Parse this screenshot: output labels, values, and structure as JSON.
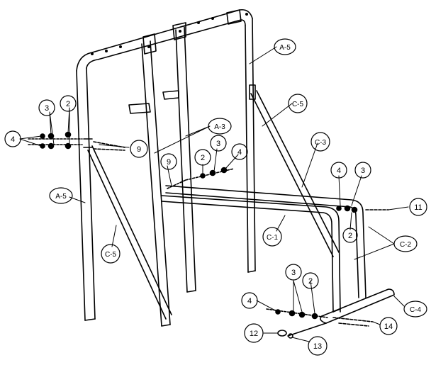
{
  "diagram": {
    "stroke_color": "#000000",
    "background": "#ffffff",
    "callouts": [
      {
        "id": "c-4-left",
        "label": "4"
      },
      {
        "id": "c-3-left",
        "label": "3"
      },
      {
        "id": "c-2-left",
        "label": "2"
      },
      {
        "id": "c-9-left",
        "label": "9"
      },
      {
        "id": "c-a5-left",
        "label": "A-5"
      },
      {
        "id": "c-c5-left",
        "label": "C-5"
      },
      {
        "id": "c-a5-right",
        "label": "A-5"
      },
      {
        "id": "c-c5-right",
        "label": "C-5"
      },
      {
        "id": "c-a3",
        "label": "A-3"
      },
      {
        "id": "c-c3",
        "label": "C-3"
      },
      {
        "id": "c-9-mid",
        "label": "9"
      },
      {
        "id": "c-2-mid",
        "label": "2"
      },
      {
        "id": "c-3-mid",
        "label": "3"
      },
      {
        "id": "c-4-mid",
        "label": "4"
      },
      {
        "id": "c-4-right",
        "label": "4"
      },
      {
        "id": "c-3-right",
        "label": "3"
      },
      {
        "id": "c-11",
        "label": "11"
      },
      {
        "id": "c-2-right",
        "label": "2"
      },
      {
        "id": "c-c1",
        "label": "C-1"
      },
      {
        "id": "c-c2",
        "label": "C-2"
      },
      {
        "id": "c-3-bottom",
        "label": "3"
      },
      {
        "id": "c-2-bottom",
        "label": "2"
      },
      {
        "id": "c-4-bottom",
        "label": "4"
      },
      {
        "id": "c-c4",
        "label": "C-4"
      },
      {
        "id": "c-14",
        "label": "14"
      },
      {
        "id": "c-12",
        "label": "12"
      },
      {
        "id": "c-13",
        "label": "13"
      }
    ]
  }
}
